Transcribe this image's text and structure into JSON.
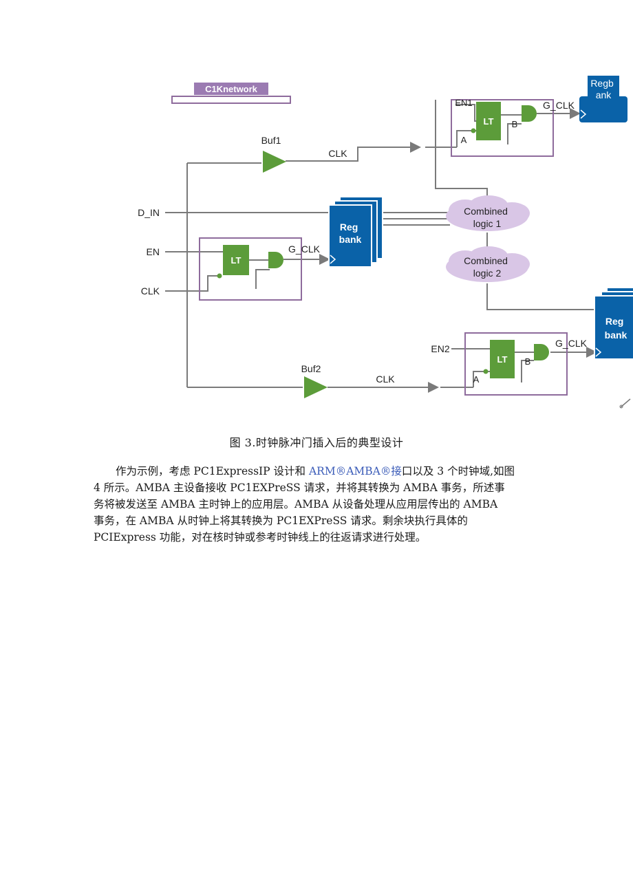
{
  "figure": {
    "network_label": "C1Knetwork",
    "top_bank": "Regb\nank",
    "buf1": "Buf1",
    "buf2": "Buf2",
    "clk_buf1": "CLK",
    "clk_buf2": "CLK",
    "d_in": "D_IN",
    "en": "EN",
    "clk_in": "CLK",
    "en1": "EN1",
    "en2": "EN2",
    "g_clk": "G_CLK",
    "lt": "LT",
    "pin_a": "A",
    "pin_b": "B",
    "reg_bank": "Reg\nbank",
    "combined_logic_1": "Combined\nlogic 1",
    "combined_logic_2": "Combined\nlogic 2",
    "colors": {
      "gate_green": "#5c9c3a",
      "bank_blue": "#0a62a8",
      "frame_purple": "#8e6b9c",
      "cloud_lavender": "#d9c6e6",
      "wire_gray": "#7a7a7a",
      "label_purple": "#9b7bb2"
    }
  },
  "caption": "图 3.时钟脉冲门插入后的典型设计",
  "paragraph": {
    "line1_a": "作为示例，考虑 PC1ExpressIP 设计和 ",
    "line1_link": "ARM®AMBA®接",
    "line1_b": "口以及 3 个时钟域,如图",
    "line2": "4 所示。AMBA 主设备接收 PC1EXPreSS 请求，并将其转换为 AMBA 事务，所述事",
    "line3": "务将被发送至 AMBA 主时钟上的应用层。AMBA 从设备处理从应用层传出的 AMBA",
    "line4": "事务，在 AMBA 从时钟上将其转换为 PC1EXPreSS 请求。剩余块执行具体的",
    "line5": "PCIExpress 功能，对在核时钟或参考时钟线上的往返请求进行处理。"
  }
}
